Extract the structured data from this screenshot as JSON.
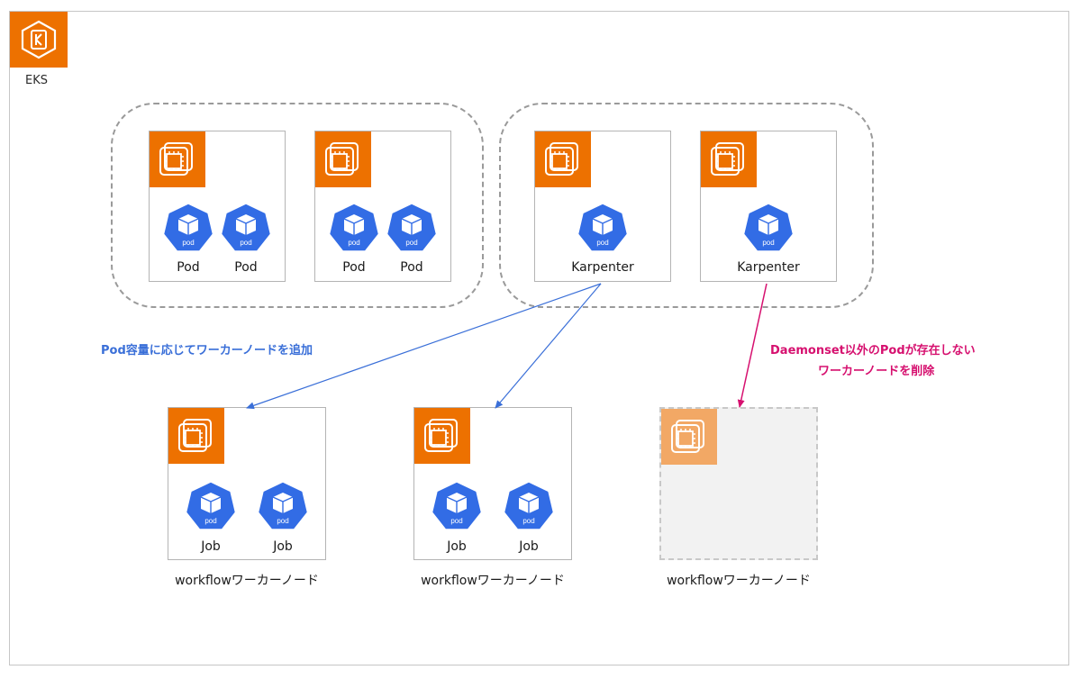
{
  "eks": {
    "label": "EKS",
    "icon": "eks-k-icon"
  },
  "colors": {
    "aws_orange": "#ed7100",
    "k8s_blue": "#326ce5",
    "arrow_blue": "#3a6fd8",
    "annot_magenta": "#d6106f",
    "annot_blue": "#3a6fd8"
  },
  "icons": {
    "instance": "ec2-instance-icon",
    "pod": "k8s-pod-icon"
  },
  "pod_icon_text": "pod",
  "groups": [
    {
      "nodes": [
        {
          "pods": [
            "Pod",
            "Pod"
          ]
        },
        {
          "pods": [
            "Pod",
            "Pod"
          ]
        }
      ]
    },
    {
      "nodes": [
        {
          "pods": [
            "Karpenter"
          ]
        },
        {
          "pods": [
            "Karpenter"
          ]
        }
      ]
    }
  ],
  "workers": [
    {
      "caption": "workflowワーカーノード",
      "pods": [
        "Job",
        "Job"
      ]
    },
    {
      "caption": "workflowワーカーノード",
      "pods": [
        "Job",
        "Job"
      ]
    },
    {
      "caption": "workflowワーカーノード",
      "pods": []
    }
  ],
  "annotations": {
    "add": "Pod容量に応じてワーカーノードを追加",
    "remove_line1": "Daemonset以外のPodが存在しない",
    "remove_line2": "ワーカーノードを削除"
  }
}
